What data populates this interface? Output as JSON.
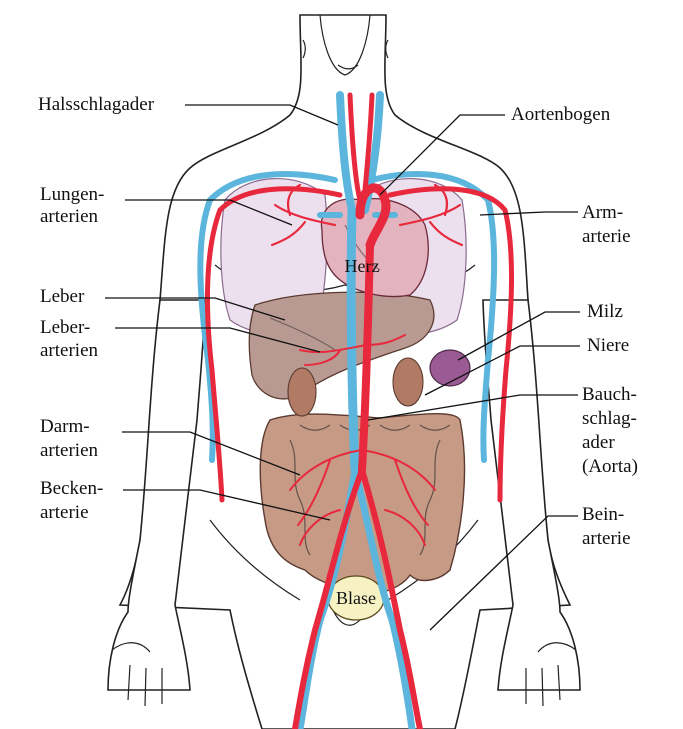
{
  "labels": {
    "halsschlagader": "Halsschlagader",
    "aortenbogen": "Aortenbogen",
    "lungen_1": "Lungen-",
    "lungen_2": "arterien",
    "arm_1": "Arm-",
    "arm_2": "arterie",
    "leber": "Leber",
    "leberart_1": "Leber-",
    "leberart_2": "arterien",
    "milz": "Milz",
    "niere": "Niere",
    "bauch_1": "Bauch-",
    "bauch_2": "schlag-",
    "bauch_3": "ader",
    "bauch_4": "(Aorta)",
    "darm_1": "Darm-",
    "darm_2": "arterien",
    "becken_1": "Becken-",
    "becken_2": "arterie",
    "bein_1": "Bein-",
    "bein_2": "arterie"
  },
  "organs": {
    "herz": "Herz",
    "blase": "Blase"
  },
  "colors": {
    "artery": "#e8283c",
    "vein": "#5bb5dc",
    "lung": "#ece0ee",
    "liver": "#b99a93",
    "heart": "#e3b3bf",
    "intestine": "#c79a86",
    "spleen": "#9a5a93",
    "bladder": "#f6f2c4"
  }
}
